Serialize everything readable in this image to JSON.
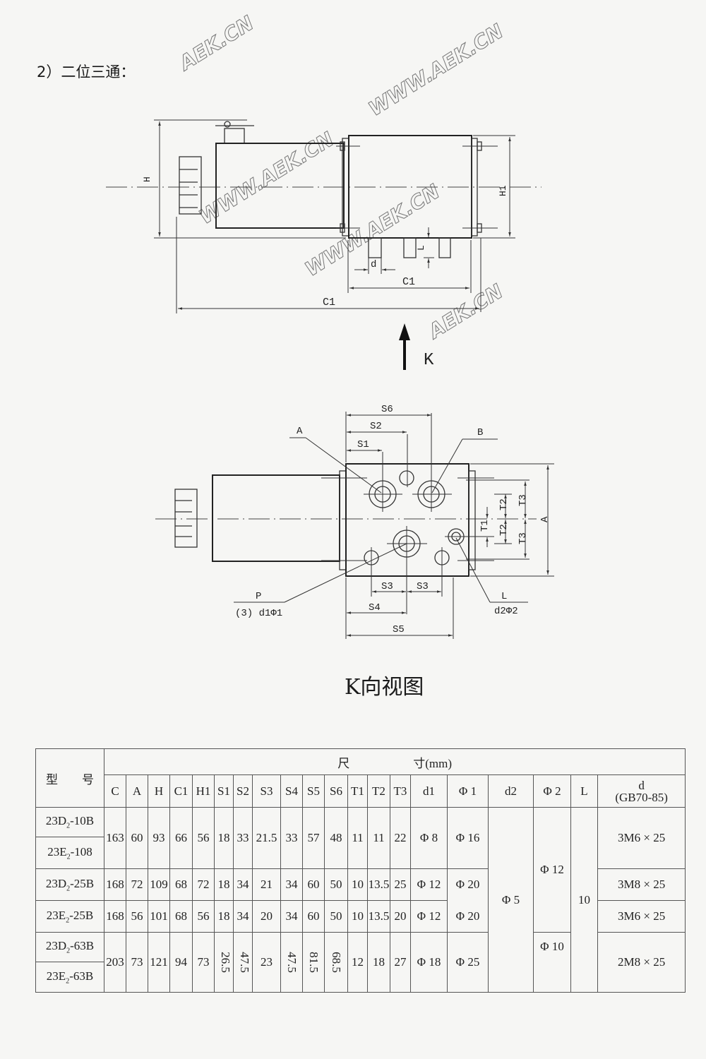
{
  "heading": "2）二位三通：",
  "watermarks": [
    "AEK.CN",
    "WWW.AEK.CN",
    "WWW.AEK.CN",
    "WWW.AEK.CN",
    "AEK.CN"
  ],
  "side_view": {
    "labels": {
      "H": "H",
      "H1": "H1",
      "L": "L",
      "d": "d",
      "C1_small": "C1",
      "C1_large": "C1",
      "arrow": "K"
    }
  },
  "k_view": {
    "labels": {
      "S6": "S6",
      "S2": "S2",
      "S1": "S1",
      "A_port": "A",
      "B_port": "B",
      "T3_top": "T3",
      "T2_top": "T2",
      "T1": "T1",
      "T2_bottom": "T2",
      "T3_bottom": "T3",
      "A_dim": "A",
      "S3_left": "S3",
      "S3_right": "S3",
      "S4": "S4",
      "S5": "S5",
      "P_port": "P",
      "P_spec": "(3) d1Φ1",
      "L_port": "L",
      "L_spec": "d2Φ2"
    },
    "title": "K向视图"
  },
  "table": {
    "model_header": "型　　号",
    "dim_header_left": "尺",
    "dim_header_right": "寸(mm)",
    "columns": [
      "C",
      "A",
      "H",
      "C1",
      "H1",
      "S1",
      "S2",
      "S3",
      "S4",
      "S5",
      "S6",
      "T1",
      "T2",
      "T3",
      "d1",
      "Φ 1",
      "d2",
      "Φ 2",
      "L"
    ],
    "col_d_line1": "d",
    "col_d_line2": "(GB70-85)",
    "rows": [
      {
        "model_base": "23D",
        "model_sub": "2",
        "model_suffix": "-10B"
      },
      {
        "model_base": "23E",
        "model_sub": "2",
        "model_suffix": "-108"
      },
      {
        "model_base": "23D",
        "model_sub": "2",
        "model_suffix": "-25B"
      },
      {
        "model_base": "23E",
        "model_sub": "2",
        "model_suffix": "-25B"
      },
      {
        "model_base": "23D",
        "model_sub": "2",
        "model_suffix": "-63B"
      },
      {
        "model_base": "23E",
        "model_sub": "2",
        "model_suffix": "-63B"
      }
    ],
    "group_10": {
      "C": "163",
      "A": "60",
      "H": "93",
      "C1": "66",
      "H1": "56",
      "S1": "18",
      "S2": "33",
      "S3": "21.5",
      "S4": "33",
      "S5": "57",
      "S6": "48",
      "T1": "11",
      "T2": "11",
      "T3": "22",
      "d1": "Φ 8",
      "phi1": "Φ 16",
      "d": "3M6 × 25"
    },
    "row_d25": {
      "C": "168",
      "A": "72",
      "H": "109",
      "C1": "68",
      "H1": "72",
      "S1": "18",
      "S2": "34",
      "S3": "21",
      "S4": "34",
      "S5": "60",
      "S6": "50",
      "T1": "10",
      "T2": "13.5",
      "T3": "25",
      "d1": "Φ 12",
      "phi1": "Φ 20",
      "d": "3M8 × 25"
    },
    "row_e25": {
      "C": "168",
      "A": "56",
      "H": "101",
      "C1": "68",
      "H1": "56",
      "S1": "18",
      "S2": "34",
      "S3": "20",
      "S4": "34",
      "S5": "60",
      "S6": "50",
      "T1": "10",
      "T2": "13.5",
      "T3": "20",
      "d1": "Φ 12",
      "phi1": "Φ 20",
      "d": "3M6 × 25"
    },
    "group_63": {
      "C": "203",
      "A": "73",
      "H": "121",
      "C1": "94",
      "H1": "73",
      "S1": "26.5",
      "S2": "47.5",
      "S3": "23",
      "S4": "47.5",
      "S5": "81.5",
      "S6": "68.5",
      "T1": "12",
      "T2": "18",
      "T3": "27",
      "d1": "Φ 18",
      "phi1": "Φ 25",
      "phi2": "Φ 10",
      "d": "2M8 × 25"
    },
    "shared": {
      "d2": "Φ 5",
      "phi2": "Φ 12",
      "L": "10"
    }
  }
}
